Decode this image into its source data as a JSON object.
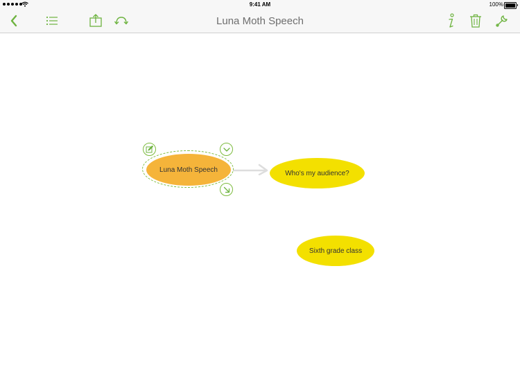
{
  "status_bar": {
    "time": "9:41 AM",
    "battery": "100%"
  },
  "toolbar": {
    "title": "Luna Moth Speech",
    "accent_color": "#6db33f",
    "buttons": [
      {
        "name": "back",
        "icon": "chevron-left-icon"
      },
      {
        "name": "outline",
        "icon": "list-icon"
      },
      {
        "name": "share",
        "icon": "share-box-icon"
      },
      {
        "name": "undo",
        "icon": "undo-icon"
      },
      {
        "name": "info",
        "icon": "info-icon"
      },
      {
        "name": "delete",
        "icon": "trash-icon"
      },
      {
        "name": "settings",
        "icon": "wrench-icon"
      }
    ]
  },
  "mindmap": {
    "root": {
      "label": "Luna Moth Speech",
      "color": "#f5b43a",
      "selected": true
    },
    "nodes": [
      {
        "label": "Who's my audience?",
        "color": "#f3e000"
      },
      {
        "label": "Sixth grade class",
        "color": "#f3e000"
      }
    ],
    "selection_color": "#7cbb3d",
    "connector_color": "#dddddd",
    "selection_handles": [
      "edit-icon",
      "chevron-down-icon",
      "arrow-down-right-icon"
    ]
  }
}
